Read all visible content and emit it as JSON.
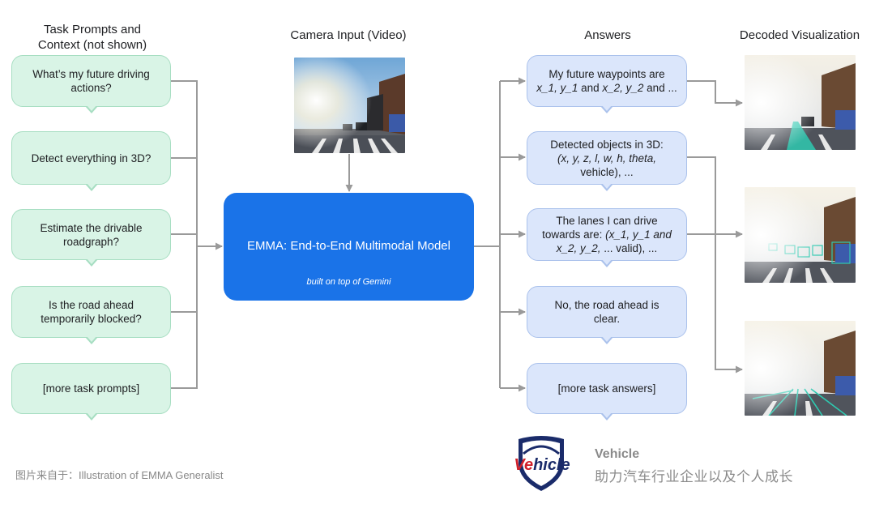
{
  "headers": {
    "prompts_line1": "Task Prompts and",
    "prompts_line2": "Context (not shown)",
    "camera": "Camera Input (Video)",
    "answers": "Answers",
    "decoded": "Decoded Visualization"
  },
  "prompts": [
    {
      "line1": "What’s my future driving",
      "line2": "actions?"
    },
    {
      "line1": "Detect everything in 3D?",
      "line2": ""
    },
    {
      "line1": "Estimate the drivable",
      "line2": "roadgraph?"
    },
    {
      "line1": "Is the road ahead",
      "line2": "temporarily blocked?"
    },
    {
      "line1": "[more task prompts]",
      "line2": ""
    }
  ],
  "model": {
    "title": "EMMA: End-to-End Multimodal Model",
    "subtitle": "built on top of Gemini"
  },
  "answers": {
    "waypoints_l1": "My future waypoints are",
    "waypoints_l2a": "x_1, y_1",
    "waypoints_l2b": " and ",
    "waypoints_l2c": "x_2, y_2",
    "waypoints_l2d": " and  ...",
    "objects_l1": "Detected objects in 3D:",
    "objects_l2": "(x, y, z, l, w, h, theta,",
    "objects_l3": "vehicle), ...",
    "lanes_l1": "The lanes I can drive",
    "lanes_l2a": "towards are: ",
    "lanes_l2b": "(x_1, y_1 and",
    "lanes_l3a": "x_2, y_2,",
    "lanes_l3b": " ... valid), ...",
    "road_l1": "No, the road ahead is",
    "road_l2": "clear.",
    "more": "[more task answers]"
  },
  "footer": {
    "caption": "图片来自于：Illustration of EMMA Generalist",
    "logo_v": "Ve",
    "logo_rest": "hicle",
    "brand": "Vehicle",
    "slogan": "助力汽车行业企业以及个人成长"
  },
  "colors": {
    "prompt_fill": "#d9f4e6",
    "answer_fill": "#dbe6fb",
    "model_fill": "#1a73e8",
    "connector": "#9a9a9a",
    "highlight": "#2ec9b0"
  },
  "icons": [
    "camera-frame-image",
    "vehicle-shield-logo"
  ]
}
